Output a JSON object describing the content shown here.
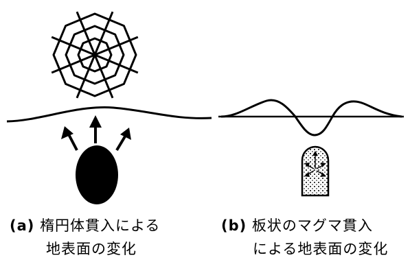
{
  "panel_a": {
    "tag": "(a)",
    "caption_line1": "楕円体貫入による",
    "caption_line2": "地表面の変化"
  },
  "panel_b": {
    "tag": "(b)",
    "caption_line1": "板状のマグマ貫入",
    "caption_line2": "による地表面の変化"
  },
  "colors": {
    "ink": "#000000",
    "background": "#ffffff"
  }
}
